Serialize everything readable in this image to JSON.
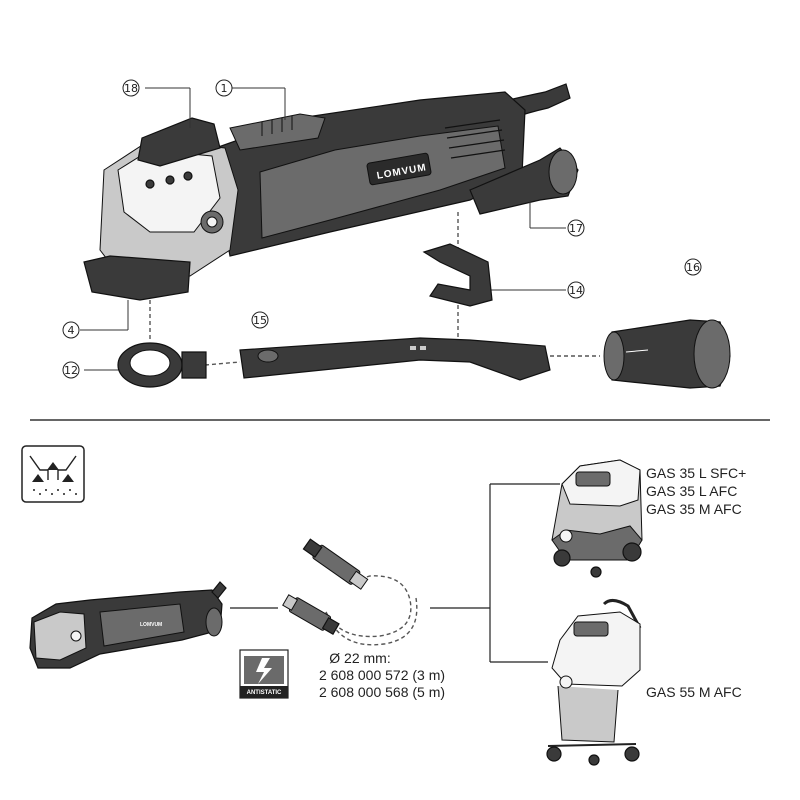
{
  "brand": "LOMVUM",
  "callouts": {
    "c18": "18",
    "c1": "1",
    "c17": "17",
    "c14": "14",
    "c16": "16",
    "c4": "4",
    "c12": "12",
    "c15": "15"
  },
  "hose": {
    "diameter": "Ø 22 mm:",
    "part_3m": "2 608 000 572 (3 m)",
    "part_5m": "2 608 000 568 (5 m)",
    "antistatic": "ANTISTATIC"
  },
  "extractors": {
    "top": [
      "GAS 35 L SFC+",
      "GAS 35 L AFC",
      "GAS 35 M AFC"
    ],
    "bottom": "GAS 55 M AFC"
  },
  "icons": [
    "dust-extraction-icon",
    "antistatic-icon"
  ]
}
